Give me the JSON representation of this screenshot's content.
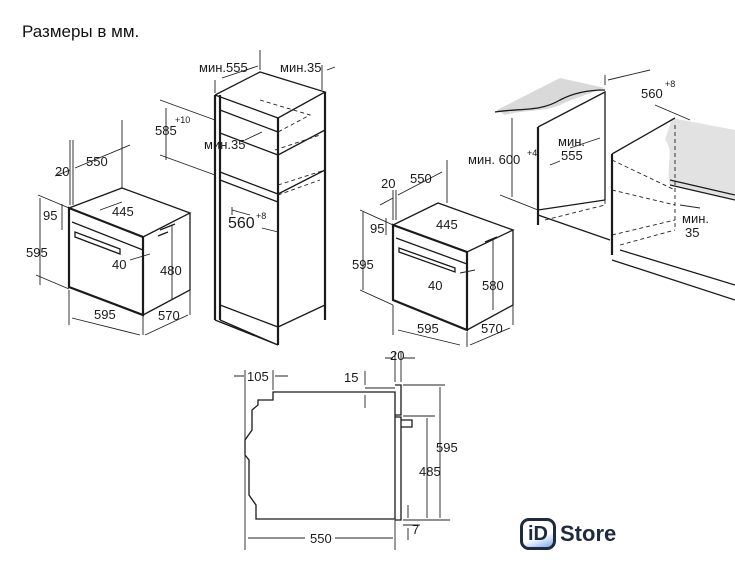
{
  "title": "Размеры в мм.",
  "oven_left": {
    "d20": "20",
    "d550": "550",
    "d95": "95",
    "d445": "445",
    "d595h": "595",
    "d40": "40",
    "d480": "480",
    "d595w": "595",
    "d570": "570"
  },
  "tall_cabinet": {
    "min555": "мин.555",
    "min35_top": "мин.35",
    "d585": "585",
    "tol585": "+10",
    "min35_mid": "мин.35",
    "d560": "560",
    "tol560": "+8"
  },
  "oven_middle": {
    "d20": "20",
    "d550": "550",
    "d95": "95",
    "d445": "445",
    "d595h": "595",
    "d40": "40",
    "d580": "580",
    "d595w": "595",
    "d570": "570"
  },
  "undercounter": {
    "min600": "мин. 600",
    "tol600": "+4",
    "min555_a": "мин.",
    "min555_b": "555",
    "d560": "560",
    "tol560": "+8",
    "min35_a": "мин.",
    "min35_b": "35"
  },
  "side_view": {
    "d105": "105",
    "d15": "15",
    "d20": "20",
    "d595": "595",
    "d485": "485",
    "d550": "550",
    "d7": "7"
  },
  "logo": {
    "mark": "iD",
    "word": "Store",
    "color": "#1e2a40"
  }
}
